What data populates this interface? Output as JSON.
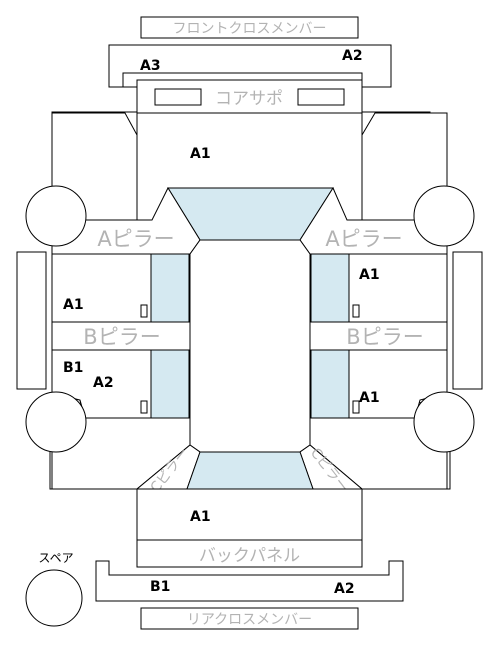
{
  "parts": {
    "front_cross_member": "フロントクロスメンバー",
    "core_support": "コアサポ",
    "a_pillar_left": "Aピラー",
    "a_pillar_right": "Aピラー",
    "b_pillar_left": "Bピラー",
    "b_pillar_right": "Bピラー",
    "c_pillar_left": "Cピラー",
    "c_pillar_right": "Cピラー",
    "back_panel": "バックパネル",
    "rear_cross_member": "リアクロスメンバー",
    "spare": "スペア"
  },
  "grades": {
    "front_cross_member": "A2",
    "front_cross_member_left": "A3",
    "hood": "A1",
    "front_right_door": "A1",
    "front_left_door": "A1",
    "rear_left_pillar": "B1",
    "rear_left_door": "A2",
    "rear_right_door": "A1",
    "trunk": "A1",
    "rear_cross_member_left": "B1",
    "rear_cross_member_right": "A2"
  },
  "colors": {
    "glass": "#d5e9f1",
    "line": "#000000",
    "label_gray": "#b3b3b3"
  }
}
